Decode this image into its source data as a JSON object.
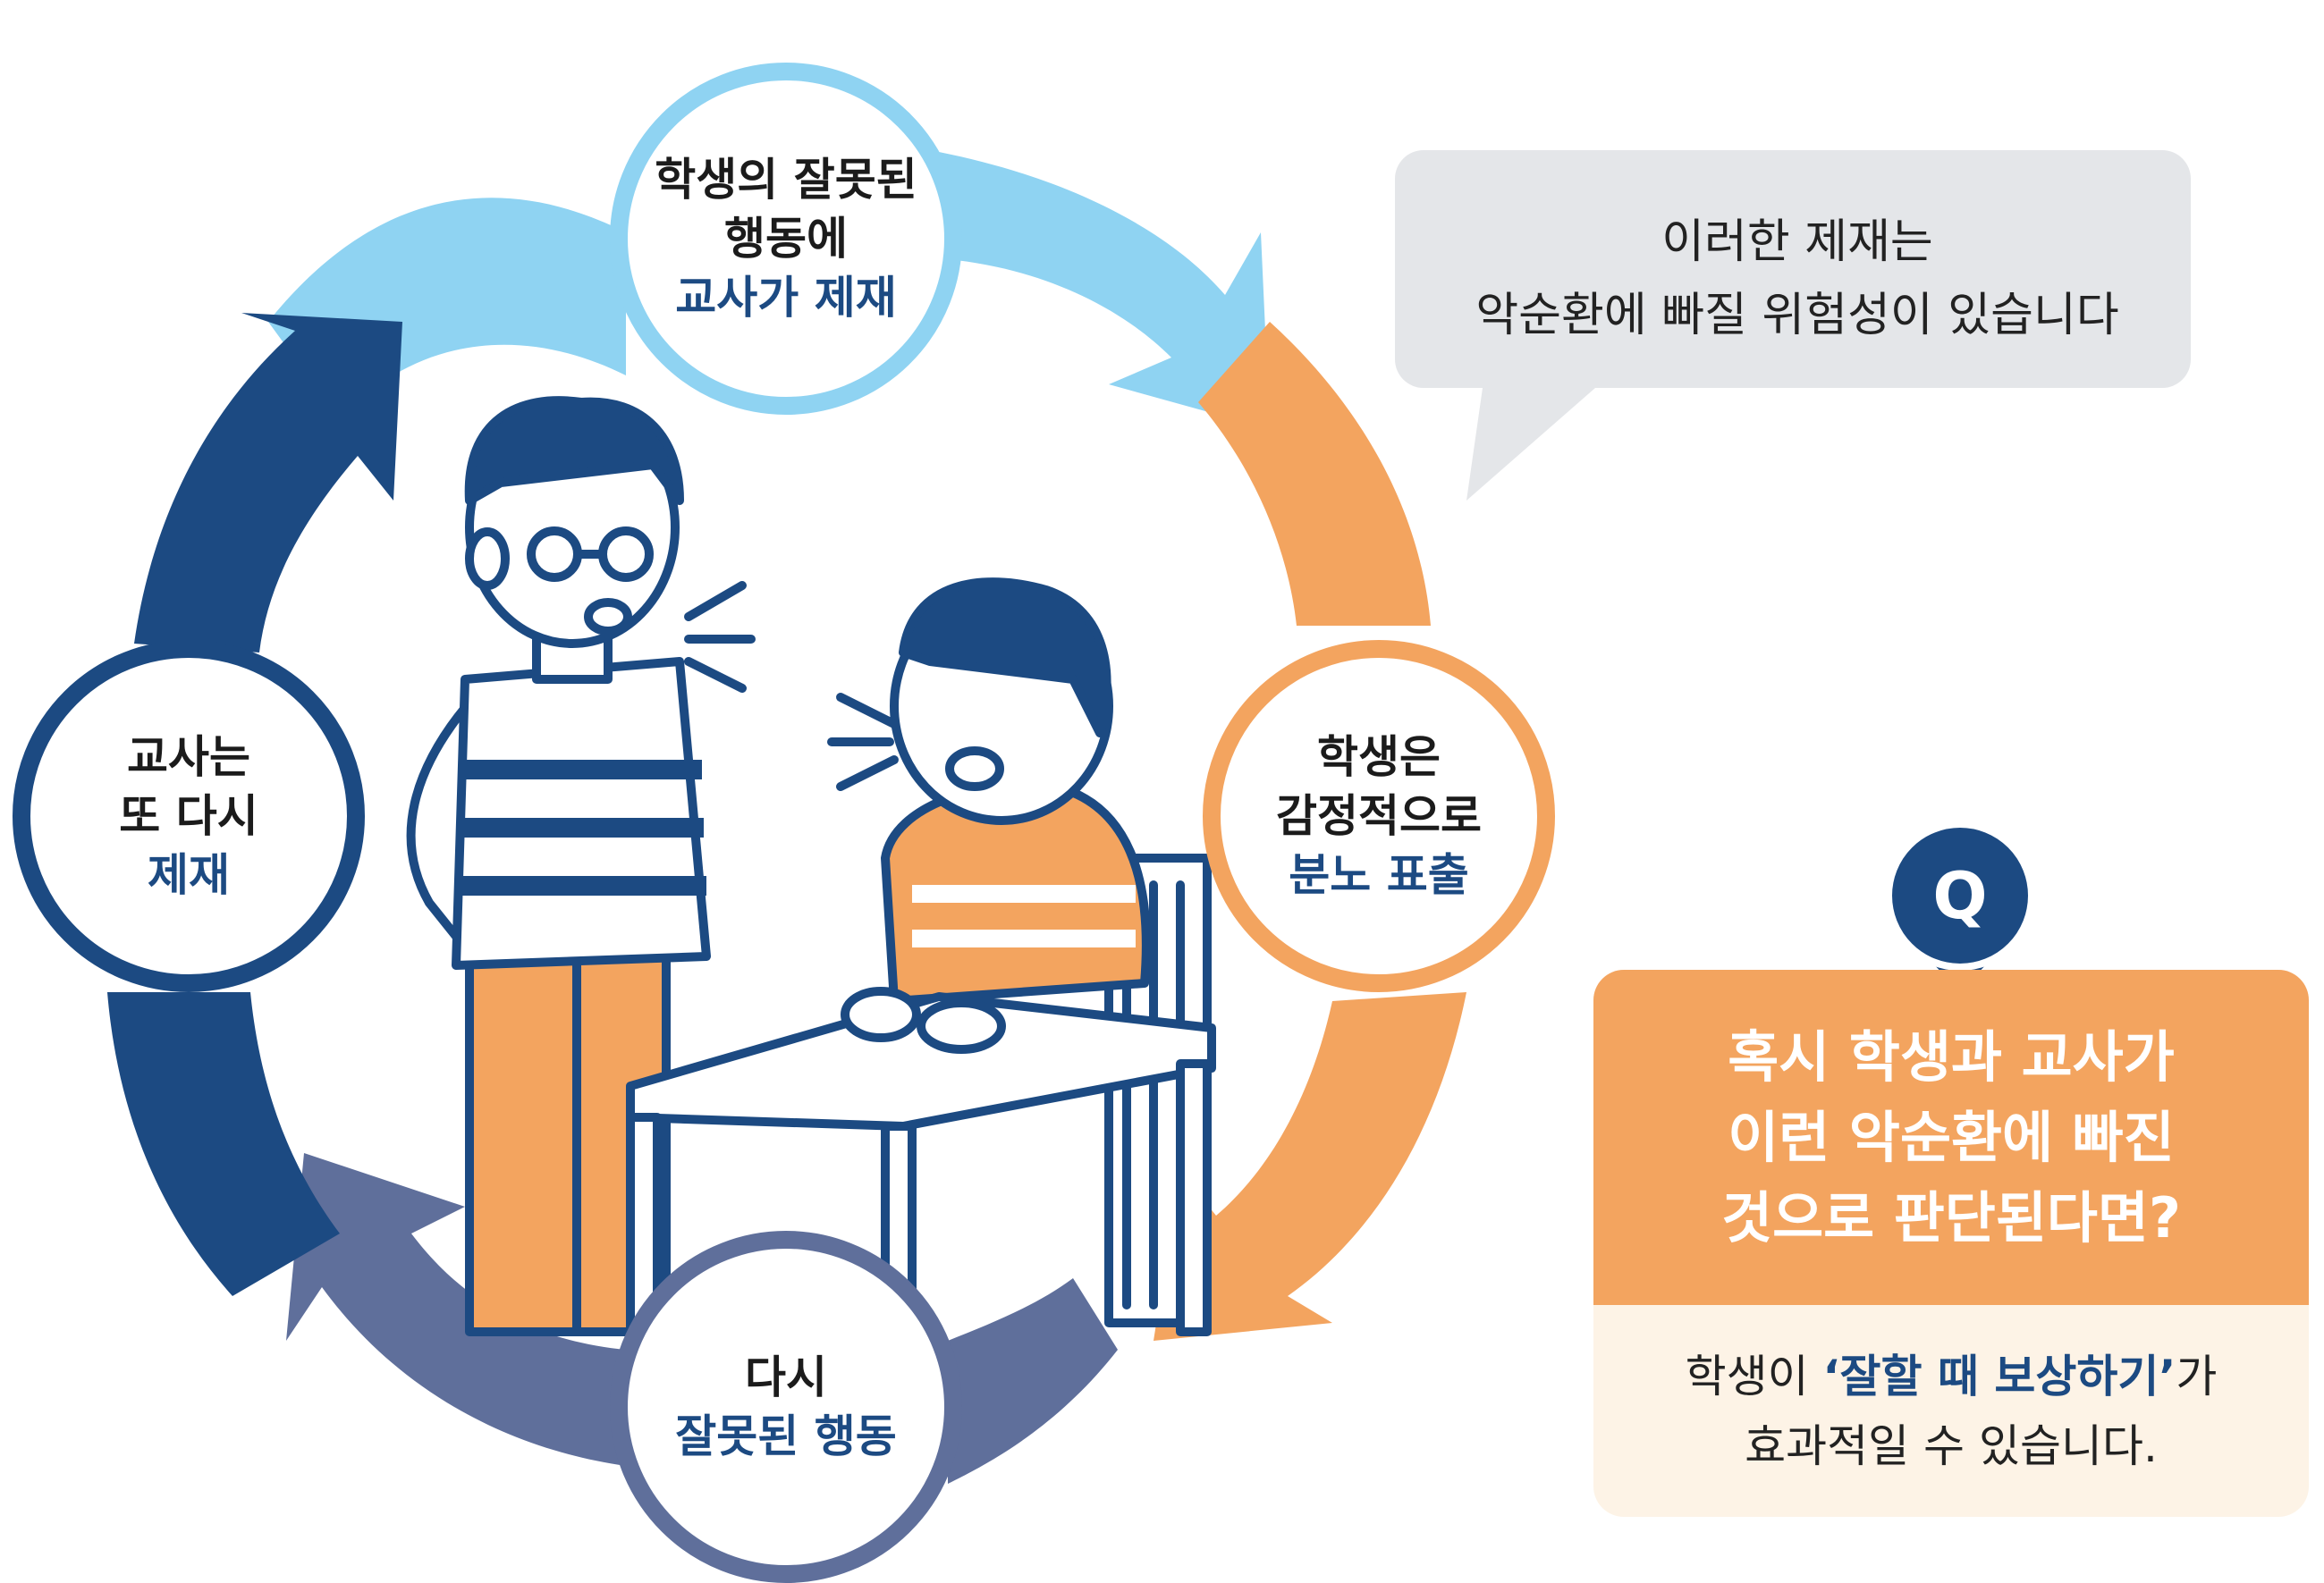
{
  "cycle": {
    "top": {
      "line1": "학생의 잘못된",
      "line2": "행동에",
      "line3": "교사가 제재"
    },
    "right": {
      "line1": "학생은",
      "line2": "감정적으로",
      "line3": "분노 표출"
    },
    "bottom": {
      "line1": "다시",
      "line2": "잘못된 행동"
    },
    "left": {
      "line1": "교사는",
      "line2": "또 다시",
      "line3": "제재"
    }
  },
  "speech_bubble": {
    "line1": "이러한 제재는",
    "line2": "악순환에 빠질 위험성이 있습니다"
  },
  "question": {
    "icon_label": "Q",
    "title_line1": "혹시 학생과 교사가",
    "title_line2": "이런 악순환에 빠진",
    "title_line3": "것으로 판단된다면?",
    "answer_prefix": "학생이 ",
    "answer_highlight": "‘잘할 때 보상하기’",
    "answer_suffix": "가",
    "answer_line2": "효과적일 수 있습니다."
  },
  "colors": {
    "light_blue": "#8fd3f2",
    "orange": "#f3a45f",
    "slate_blue": "#5f6f9b",
    "navy": "#1c4a82"
  }
}
